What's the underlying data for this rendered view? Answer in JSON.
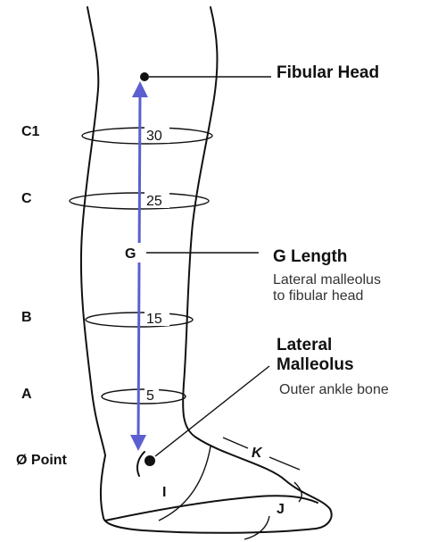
{
  "labels": {
    "c1": "C1",
    "c": "C",
    "b": "B",
    "a": "A",
    "zero_point": "Ø Point",
    "g": "G",
    "i": "I",
    "j": "J",
    "k": "K"
  },
  "measurements": {
    "m30": "30",
    "m25": "25",
    "m15": "15",
    "m5": "5"
  },
  "callouts": {
    "fibular_head": "Fibular Head",
    "g_length_title": "G Length",
    "g_length_desc_1": "Lateral malleolus",
    "g_length_desc_2": "to fibular head",
    "lateral_malleolus_1": "Lateral",
    "lateral_malleolus_2": "Malleolus",
    "outer_ankle": "Outer ankle bone"
  },
  "colors": {
    "arrow": "#5B5FCF",
    "outline": "#111111"
  }
}
